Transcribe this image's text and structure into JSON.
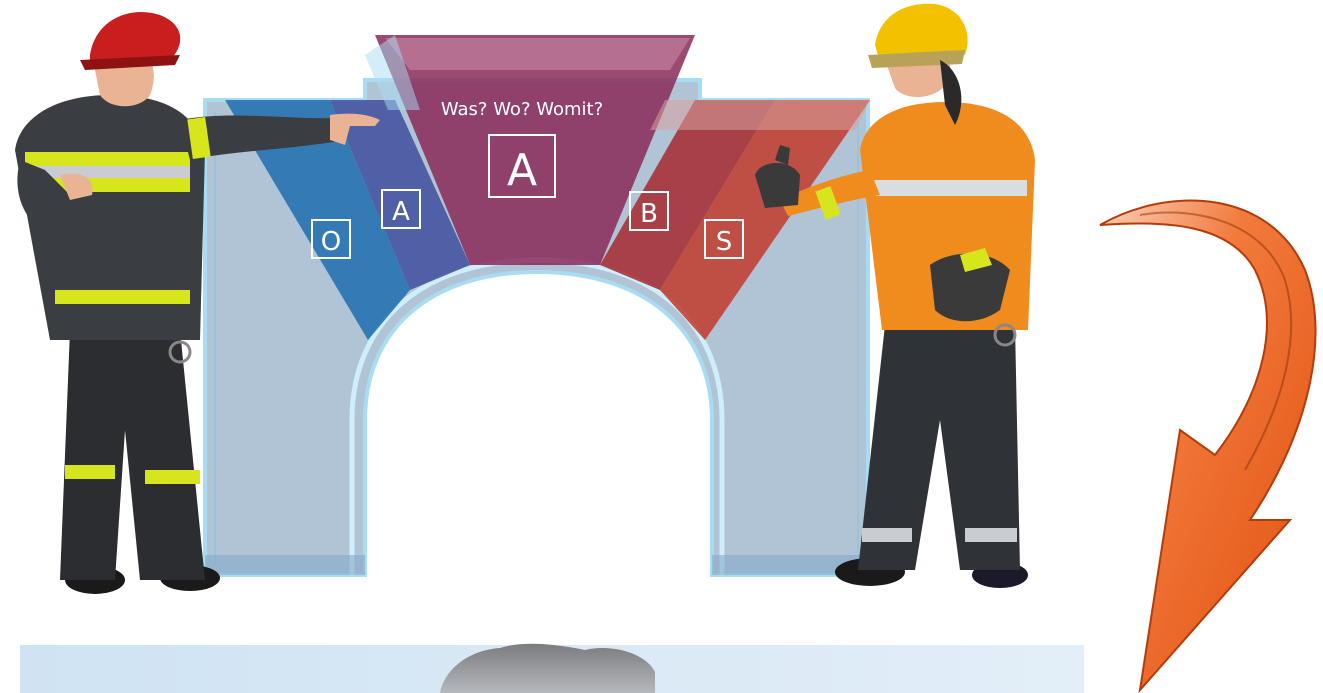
{
  "diagram": {
    "question_text": "Was? Wo? Womit?",
    "segments": [
      {
        "letter": "O",
        "color": "#1f6fb0"
      },
      {
        "letter": "A",
        "color": "#3f4f9e"
      },
      {
        "letter": "A",
        "color": "#8a2a58"
      },
      {
        "letter": "B",
        "color": "#a62a2e"
      },
      {
        "letter": "S",
        "color": "#c23a2a"
      }
    ],
    "arch_color": "#6f93b3",
    "arrow_color": "#e8561a"
  },
  "figures": {
    "left": {
      "name": "firefighter-left",
      "helmet_color": "#c81e1e",
      "suit_color": "#3a3d42"
    },
    "right": {
      "name": "firefighter-right",
      "helmet_color": "#f2c200",
      "jacket_color": "#f08c1e"
    }
  },
  "bottom_panel": {
    "color": "#d7e8f5"
  }
}
